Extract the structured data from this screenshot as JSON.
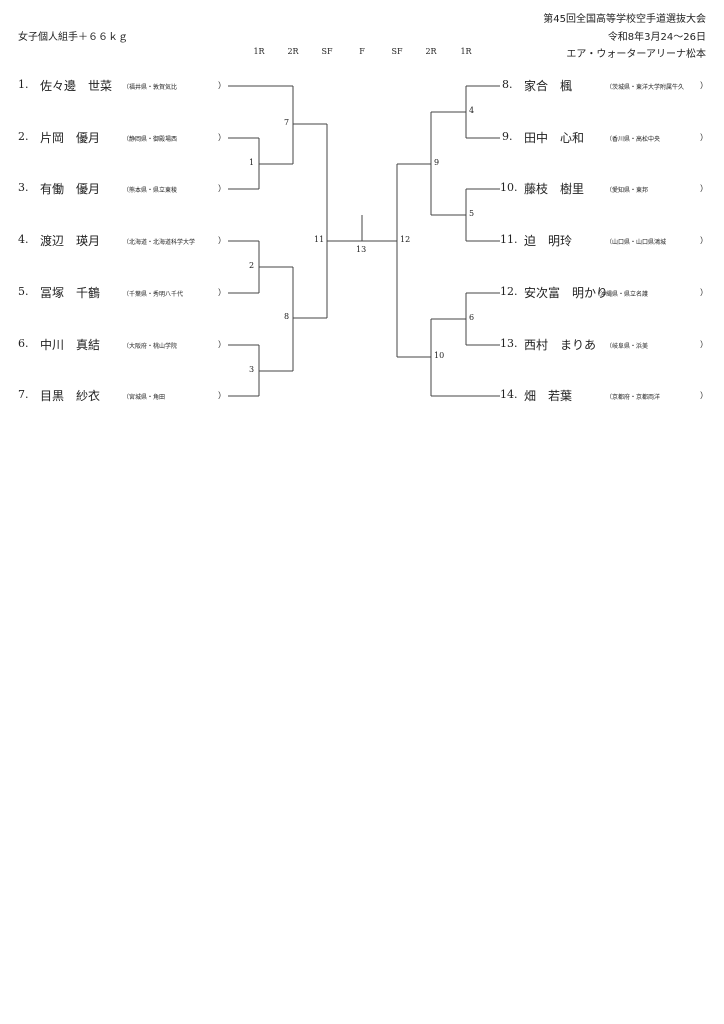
{
  "header": {
    "category": "女子個人組手＋６６ｋｇ",
    "tournament": "第45回全国高等学校空手道選抜大会",
    "dates": "令和8年3月24～26日",
    "venue": "エア・ウォーターアリーナ松本"
  },
  "rounds": [
    "1R",
    "2R",
    "SF",
    "F",
    "SF",
    "2R",
    "1R"
  ],
  "left": [
    {
      "no": "1.",
      "name": "佐々邊　世菜",
      "team": "（福井県・敦賀気比",
      "close": "）"
    },
    {
      "no": "2.",
      "name": "片岡　優月",
      "team": "（静岡県・御殿場西",
      "close": "）"
    },
    {
      "no": "3.",
      "name": "有働　優月",
      "team": "（熊本県・県立東稜",
      "close": "）"
    },
    {
      "no": "4.",
      "name": "渡辺　瑛月",
      "team": "（北海道・北海道科学大学",
      "close": "）"
    },
    {
      "no": "5.",
      "name": "冨塚　千鶴",
      "team": "（千葉県・秀明八千代",
      "close": "）"
    },
    {
      "no": "6.",
      "name": "中川　真結",
      "team": "（大阪府・桃山学院",
      "close": "）"
    },
    {
      "no": "7.",
      "name": "目黒　紗衣",
      "team": "（宮城県・角田",
      "close": "）"
    }
  ],
  "right": [
    {
      "no": "8.",
      "name": "家合　楓",
      "team": "（茨城県・東洋大学附属牛久",
      "close": "）"
    },
    {
      "no": "9.",
      "name": "田中　心和",
      "team": "（香川県・高松中央",
      "close": "）"
    },
    {
      "no": "10.",
      "name": "藤枝　樹里",
      "team": "（愛知県・東邦",
      "close": "）"
    },
    {
      "no": "11.",
      "name": "迫　明玲",
      "team": "（山口県・山口県鴻城",
      "close": "）"
    },
    {
      "no": "12.",
      "name": "安次富　明かり",
      "team": "（沖縄県・県立名護",
      "close": "）"
    },
    {
      "no": "13.",
      "name": "西村　まりあ",
      "team": "（岐阜県・浜美",
      "close": "）"
    },
    {
      "no": "14.",
      "name": "畑　若葉",
      "team": "（京都府・京都両洋",
      "close": "）"
    }
  ],
  "matches": [
    "1",
    "2",
    "3",
    "4",
    "5",
    "6",
    "7",
    "8",
    "9",
    "10",
    "11",
    "12",
    "13"
  ]
}
